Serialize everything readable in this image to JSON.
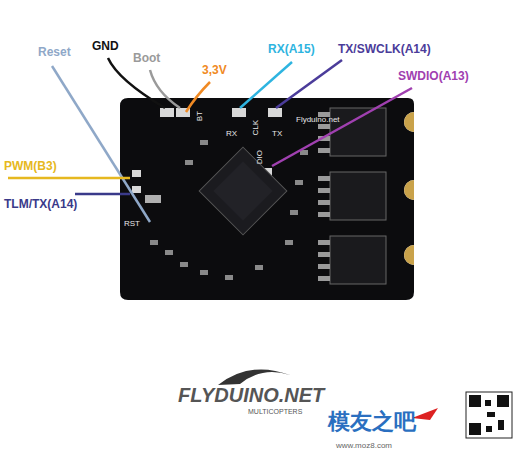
{
  "diagram": {
    "labels": [
      "Reset",
      "GND",
      "Boot",
      "3,3V",
      "RX(A15)",
      "TX/SWCLK(A14)",
      "SWDIO(A13)",
      "PWM(B3)",
      "TLM/TX(A14)",
      "Flyduino.net",
      "RX",
      "CLK",
      "TX",
      "DIO",
      "BT",
      "RST",
      "FLYDUINO.NET",
      "MULTICOPTERS",
      "模友之吧",
      "www.moz8.com"
    ]
  }
}
